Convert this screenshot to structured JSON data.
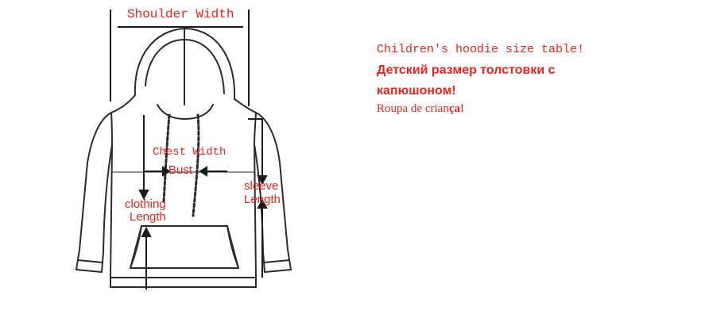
{
  "diagram": {
    "labels": {
      "shoulder_width": "Shoulder Width",
      "chest_width": "Chest Width",
      "bust": "Bust",
      "clothing": "clothing",
      "length_left": "Length",
      "sleeve": "sleeve",
      "length_right": "Length"
    },
    "colors": {
      "outline": "#2b2b2b",
      "label": "#e8261f"
    }
  },
  "note": {
    "line1": "Children's hoodie size table!",
    "line2": "Детский размер толстовки с",
    "line3": "капюшоном!",
    "line4_prefix": "Roupa de crian",
    "line4_bold": "ça!"
  }
}
